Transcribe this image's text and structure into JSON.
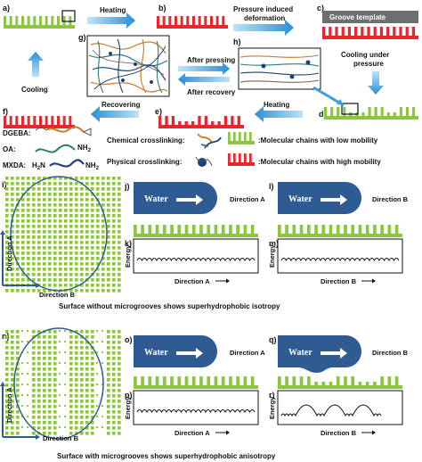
{
  "panels": {
    "a": "a)",
    "b": "b)",
    "c": "c)",
    "d": "d)",
    "e": "e)",
    "f": "f)",
    "g": "g)",
    "h": "h)",
    "i": "i)",
    "j": "j)",
    "k": "k)",
    "l": "l)",
    "m": "m)",
    "n": "n)",
    "o": "o)",
    "p": "p)",
    "q": "q)",
    "r": "r)"
  },
  "top": {
    "heating_1": "Heating",
    "pressure_1": "Pressure induced",
    "pressure_2": "deformation",
    "groove_template": "Groove template",
    "cooling_under_1": "Cooling under",
    "cooling_under_2": "pressure",
    "after_pressing": "After pressing",
    "after_recovery": "After recovery",
    "cooling": "Cooling",
    "recovering": "Recovering",
    "heating_2": "Heating"
  },
  "legend": {
    "dgeba": "DGEBA:",
    "oa": "OA:",
    "oa_nh2": "NH",
    "mxda": "MXDA:",
    "mxda_h2n": "H",
    "mxda_n": "N",
    "mxda_nh2": "NH",
    "sub2": "2",
    "chem": "Chemical crosslinking:",
    "phys": "Physical crosslinking:",
    "low": ":Molecular chains with low mobility",
    "high": ":Molecular chains with high mobility"
  },
  "middle": {
    "water_j": "Water",
    "dir_a_j": "Direction A",
    "water_l": "Water",
    "dir_b_l": "Direction B",
    "energy_k": "Energy",
    "energy_m": "Energy",
    "axis_k": "Direction A",
    "axis_m": "Direction B",
    "dir_a_side": "Direction A",
    "dir_b_bottom": "Direction B",
    "caption": "Surface without microgrooves shows superhydrophobic isotropy"
  },
  "bottom": {
    "water_o": "Water",
    "dir_a_o": "Direction A",
    "water_q": "Water",
    "dir_b_q": "Direction B",
    "energy_p": "Energy",
    "energy_r": "Energy",
    "axis_p": "Direction A",
    "axis_r": "Direction B",
    "dir_a_side": "Direction A",
    "dir_b_bottom": "Direction B",
    "caption": "Surface with microgrooves shows superhydrophobic anisotropy"
  },
  "colors": {
    "green": "#8cc63f",
    "red": "#e8262d",
    "blue": "#2f5b93",
    "arrow": "#3aa0dc",
    "gray": "#7a7a7a"
  }
}
